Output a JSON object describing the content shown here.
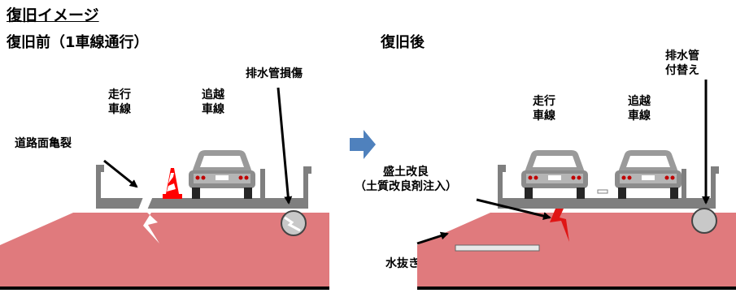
{
  "title": "復旧イメージ",
  "before": {
    "heading": "復旧前（1車線通行）",
    "lane_travel": [
      "走行",
      "車線"
    ],
    "lane_passing": [
      "追越",
      "車線"
    ],
    "crack_label": "道路面亀裂",
    "pipe_damage_label": "排水管損傷"
  },
  "after": {
    "heading": "復旧後",
    "lane_travel": [
      "走行",
      "車線"
    ],
    "lane_passing": [
      "追越",
      "車線"
    ],
    "pipe_replace_label": [
      "排水管",
      "付替え"
    ],
    "embankment_label": [
      "盛土改良",
      "（土質改良剤注入）"
    ],
    "drain_hole_label": "水抜き孔"
  },
  "colors": {
    "embankment": "#e07a7d",
    "road": "#7f7f7f",
    "arrow": "#4f81bd",
    "cone": "#ff0000",
    "crack": "#ffffff",
    "injection": "#e01515"
  }
}
